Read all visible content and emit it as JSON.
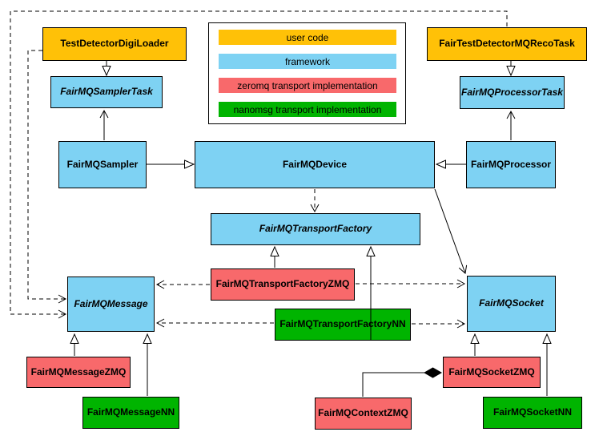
{
  "colors": {
    "user_code": "#ffc107",
    "framework": "#7ed2f3",
    "zeromq": "#f8696b",
    "nanomsg": "#00b400",
    "border": "#000000",
    "background": "#ffffff"
  },
  "legend": {
    "items": [
      {
        "label": "user code"
      },
      {
        "label": "framework"
      },
      {
        "label": "zeromq transport implementation"
      },
      {
        "label": "nanomsg transport implementation"
      }
    ]
  },
  "nodes": {
    "test_detector_digi_loader": {
      "label": "TestDetectorDigiLoader",
      "category": "user code",
      "abstract": false
    },
    "fair_test_detector_mq_reco_task": {
      "label": "FairTestDetectorMQRecoTask",
      "category": "user code",
      "abstract": false
    },
    "fairmq_sampler_task": {
      "label": "FairMQSamplerTask",
      "category": "framework",
      "abstract": true
    },
    "fairmq_processor_task": {
      "label": "FairMQProcessorTask",
      "category": "framework",
      "abstract": true
    },
    "fairmq_sampler": {
      "label": "FairMQSampler",
      "category": "framework",
      "abstract": false
    },
    "fairmq_device": {
      "label": "FairMQDevice",
      "category": "framework",
      "abstract": false
    },
    "fairmq_processor": {
      "label": "FairMQProcessor",
      "category": "framework",
      "abstract": false
    },
    "fairmq_transport_factory": {
      "label": "FairMQTransportFactory",
      "category": "framework",
      "abstract": true
    },
    "fairmq_transport_factory_zmq": {
      "label": "FairMQTransportFactoryZMQ",
      "category": "zeromq",
      "abstract": false
    },
    "fairmq_transport_factory_nn": {
      "label": "FairMQTransportFactoryNN",
      "category": "nanomsg",
      "abstract": false
    },
    "fairmq_message": {
      "label": "FairMQMessage",
      "category": "framework",
      "abstract": true
    },
    "fairmq_socket": {
      "label": "FairMQSocket",
      "category": "framework",
      "abstract": true
    },
    "fairmq_message_zmq": {
      "label": "FairMQMessageZMQ",
      "category": "zeromq",
      "abstract": false
    },
    "fairmq_message_nn": {
      "label": "FairMQMessageNN",
      "category": "nanomsg",
      "abstract": false
    },
    "fairmq_socket_zmq": {
      "label": "FairMQSocketZMQ",
      "category": "zeromq",
      "abstract": false
    },
    "fairmq_socket_nn": {
      "label": "FairMQSocketNN",
      "category": "nanomsg",
      "abstract": false
    },
    "fairmq_context_zmq": {
      "label": "FairMQContextZMQ",
      "category": "zeromq",
      "abstract": false
    }
  },
  "relationships": [
    {
      "from": "TestDetectorDigiLoader",
      "to": "FairMQSamplerTask",
      "type": "generalization"
    },
    {
      "from": "FairTestDetectorMQRecoTask",
      "to": "FairMQProcessorTask",
      "type": "generalization"
    },
    {
      "from": "FairMQSampler",
      "to": "FairMQSamplerTask",
      "type": "association"
    },
    {
      "from": "FairMQProcessor",
      "to": "FairMQProcessorTask",
      "type": "association"
    },
    {
      "from": "FairMQSampler",
      "to": "FairMQDevice",
      "type": "generalization"
    },
    {
      "from": "FairMQProcessor",
      "to": "FairMQDevice",
      "type": "generalization"
    },
    {
      "from": "FairMQDevice",
      "to": "FairMQTransportFactory",
      "type": "dependency"
    },
    {
      "from": "FairMQDevice",
      "to": "FairMQSocket",
      "type": "association"
    },
    {
      "from": "FairMQTransportFactoryZMQ",
      "to": "FairMQTransportFactory",
      "type": "generalization"
    },
    {
      "from": "FairMQTransportFactoryNN",
      "to": "FairMQTransportFactory",
      "type": "generalization"
    },
    {
      "from": "FairMQTransportFactoryZMQ",
      "to": "FairMQMessage",
      "type": "dependency"
    },
    {
      "from": "FairMQTransportFactoryZMQ",
      "to": "FairMQSocket",
      "type": "dependency"
    },
    {
      "from": "FairMQTransportFactoryNN",
      "to": "FairMQMessage",
      "type": "dependency"
    },
    {
      "from": "FairMQTransportFactoryNN",
      "to": "FairMQSocket",
      "type": "dependency"
    },
    {
      "from": "TestDetectorDigiLoader",
      "to": "FairMQMessage",
      "type": "dependency"
    },
    {
      "from": "FairTestDetectorMQRecoTask",
      "to": "FairMQMessage",
      "type": "dependency"
    },
    {
      "from": "FairMQMessageZMQ",
      "to": "FairMQMessage",
      "type": "generalization"
    },
    {
      "from": "FairMQMessageNN",
      "to": "FairMQMessage",
      "type": "generalization"
    },
    {
      "from": "FairMQSocketZMQ",
      "to": "FairMQSocket",
      "type": "generalization"
    },
    {
      "from": "FairMQSocketNN",
      "to": "FairMQSocket",
      "type": "generalization"
    },
    {
      "from": "FairMQContextZMQ",
      "to": "FairMQSocketZMQ",
      "type": "composition"
    }
  ]
}
